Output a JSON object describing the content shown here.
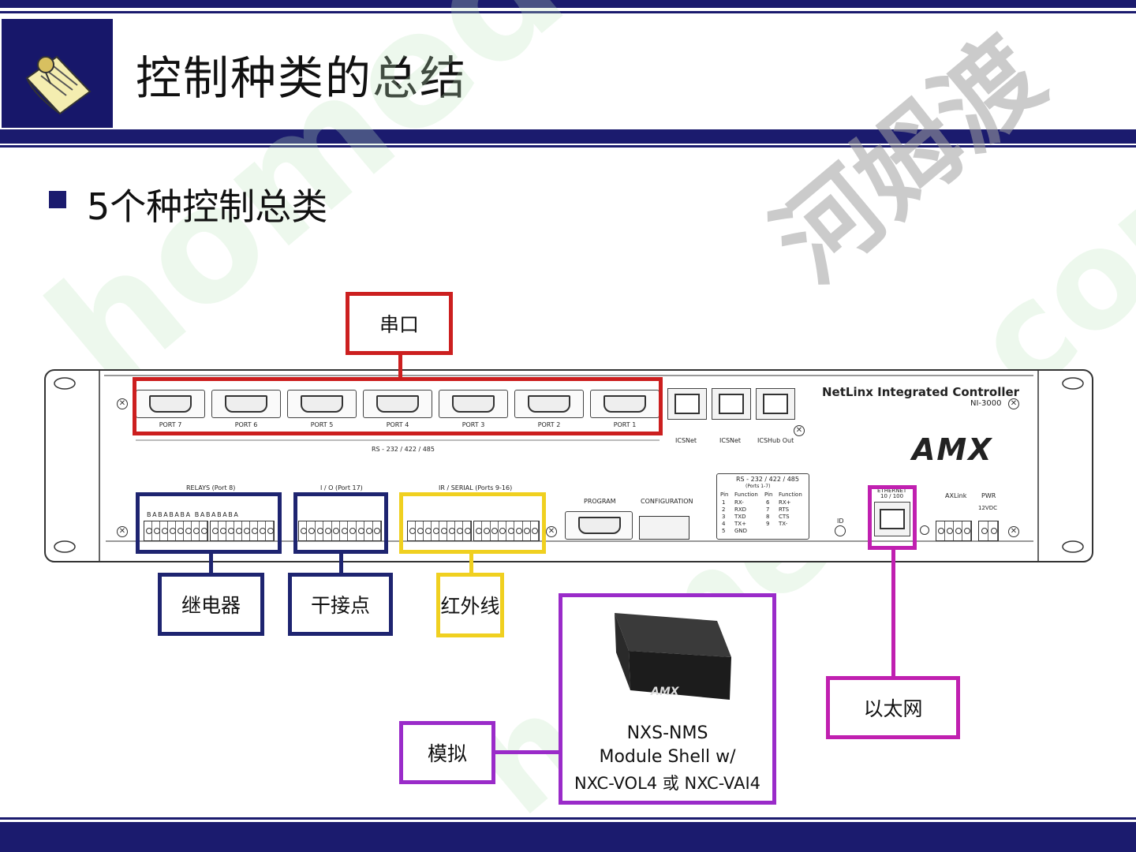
{
  "slide": {
    "title": "控制种类的总结",
    "bullet": "5个种控制总类"
  },
  "colors": {
    "navy": "#1b1b6e",
    "serial_red": "#cc1f1f",
    "relay_navy": "#1e2470",
    "ir_yellow": "#f0d020",
    "analog_purple": "#9a2bc9",
    "ethernet_magenta": "#c020b0"
  },
  "device": {
    "brand_line": "NetLinx Integrated Controller",
    "model": "NI-3000",
    "logo": "AMX",
    "serial_ports": [
      "PORT 7",
      "PORT 6",
      "PORT 5",
      "PORT 4",
      "PORT 3",
      "PORT 2",
      "PORT 1"
    ],
    "rs_label": "RS - 232 / 422 / 485",
    "icsnet_labels": [
      "ICSNet",
      "ICSNet",
      "ICSHub Out"
    ],
    "relays_label": "RELAYS (Port 8)",
    "io_label": "I / O (Port 17)",
    "ir_label": "IR / SERIAL (Ports 9-16)",
    "program_label": "PROGRAM",
    "configuration_label": "CONFIGURATION",
    "pin_table_title": "RS - 232 / 422 / 485",
    "pin_table_sub": "(Ports 1-7)",
    "pin_header": [
      "Pin",
      "Function",
      "Pin",
      "Function"
    ],
    "pin_rows": [
      [
        "1",
        "RX-",
        "6",
        "RX+"
      ],
      [
        "2",
        "RXD",
        "7",
        "RTS"
      ],
      [
        "3",
        "TXD",
        "8",
        "CTS"
      ],
      [
        "4",
        "TX+",
        "9",
        "TX-"
      ],
      [
        "5",
        "GND",
        "",
        ""
      ]
    ],
    "id_label": "ID",
    "ethernet_label": "ETHERNET",
    "ethernet_speed": "10 / 100",
    "axlink_label": "AXLink",
    "pwr_label": "PWR",
    "pwr_volt": "12VDC"
  },
  "callouts": {
    "serial": "串口",
    "relay": "继电器",
    "dry_contact": "干接点",
    "ir": "红外线",
    "ethernet": "以太网",
    "analog": "模拟",
    "module_line1": "NXS-NMS",
    "module_line2": "Module Shell w/",
    "module_line3": "NXC-VOL4 或 NXC-VAI4",
    "module_logo": "AMX"
  },
  "watermark": {
    "text_cn": "河姆渡",
    "text_en": "homedo.com"
  }
}
